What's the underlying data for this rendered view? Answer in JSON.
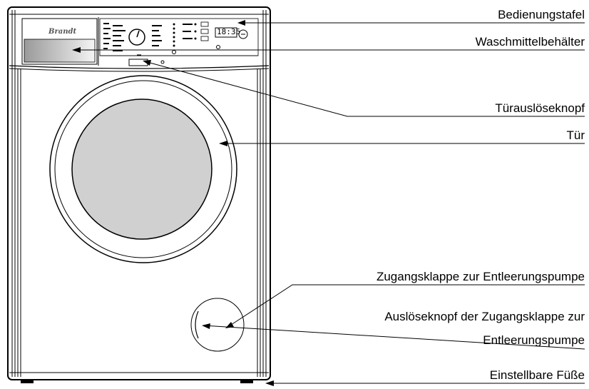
{
  "machine": {
    "brand": "Brandt",
    "display_time": "18:35"
  },
  "labels": {
    "control_panel": "Bedienungstafel",
    "detergent_drawer": "Waschmittelbehälter",
    "door_release": "Türauslöseknopf",
    "door": "Tür",
    "pump_flap": "Zugangsklappe zur Entleerungspumpe",
    "flap_release_line1": "Auslöseknopf der Zugangsklappe zur",
    "flap_release_line2": "Entleerungspumpe",
    "feet": "Einstellbare Füße"
  },
  "colors": {
    "outline": "#000000",
    "porthole_glass": "#d0d0d0",
    "drawer_gradient": "#a9a9a9"
  }
}
